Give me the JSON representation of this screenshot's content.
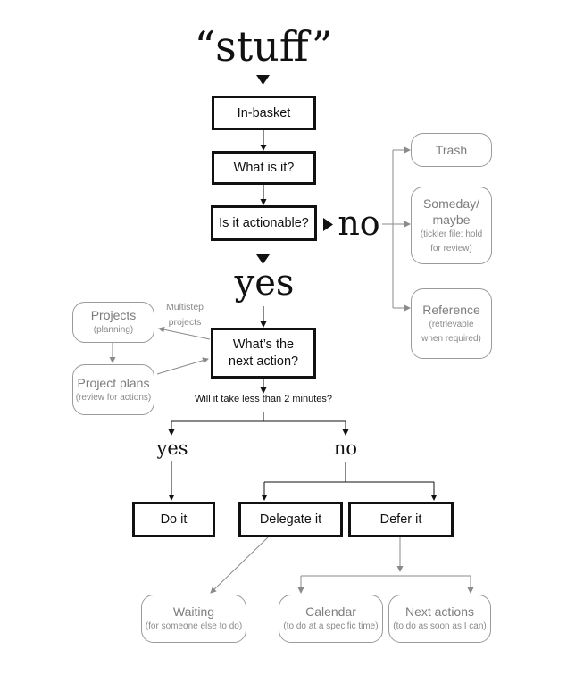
{
  "title": "“stuff”",
  "in_basket": "In-basket",
  "what_is_it": "What is it?",
  "is_actionable": "Is it actionable?",
  "no_big": "no",
  "yes_big": "yes",
  "trash": "Trash",
  "someday": {
    "title": "Someday/\nmaybe",
    "sub": "(tickler file; hold\nfor review)"
  },
  "reference": {
    "title": "Reference",
    "sub": "(retrievable\nwhen required)"
  },
  "multistep": "Multistep\nprojects",
  "projects": {
    "title": "Projects",
    "sub": "(planning)"
  },
  "project_plans": {
    "title": "Project plans",
    "sub": "(review for actions)"
  },
  "next_action": "What’s the\nnext action?",
  "two_minutes": "Will it take less than 2 minutes?",
  "yes_small": "yes",
  "no_small": "no",
  "do_it": "Do it",
  "delegate_it": "Delegate it",
  "defer_it": "Defer it",
  "waiting": {
    "title": "Waiting",
    "sub": "(for someone else to do)"
  },
  "calendar": {
    "title": "Calendar",
    "sub": "(to do at a specific time)"
  },
  "next_actions": {
    "title": "Next actions",
    "sub": "(to do as soon as I can)"
  }
}
